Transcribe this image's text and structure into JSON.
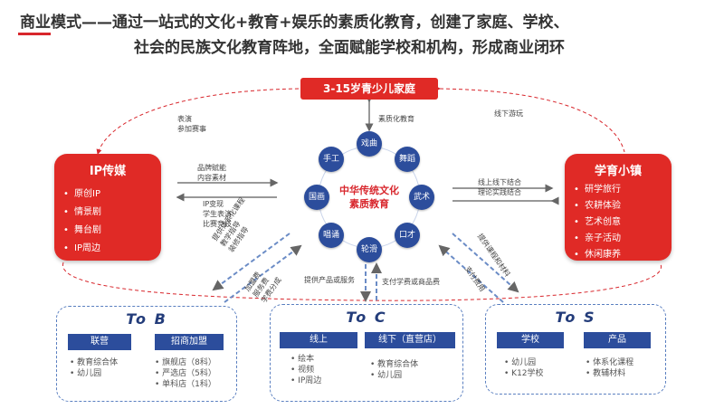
{
  "header": {
    "line1": "商业模式——通过一站式的文化+教育+娱乐的素质化教育，创建了家庭、学校、",
    "line2": "社会的民族文化教育阵地，全面赋能学校和机构，形成商业闭环"
  },
  "top_box": "3-15岁青少儿家庭",
  "labels": {
    "left_top": [
      "表演",
      "参加赛事"
    ],
    "center_top": "素质化教育",
    "right_top": "线下游玩",
    "ip_arrow1": [
      "品牌赋能",
      "内容素材"
    ],
    "ip_arrow2": [
      "IP变现",
      "学生表演",
      "比赛竞技"
    ],
    "xy_arrow": [
      "线上线下结合",
      "理论实践结合"
    ],
    "left_diag1": [
      "提供体系化课程",
      "教学指导",
      "装修指导"
    ],
    "left_diag2": [
      "加盟费",
      "服务费",
      "学费分成"
    ],
    "center_left": "提供产品或服务",
    "center_right": "支付学费或商品费",
    "right_diag1": "提供课程和材料",
    "right_diag2": "支付费用"
  },
  "ip_card": {
    "title": "IP传媒",
    "items": [
      "原创IP",
      "情景剧",
      "舞台剧",
      "IP周边"
    ]
  },
  "xy_card": {
    "title": "学育小镇",
    "items": [
      "研学旅行",
      "农耕体验",
      "艺术创意",
      "亲子活动",
      "休闲康养"
    ]
  },
  "center": {
    "line1": "中华传统文化",
    "line2": "素质教育",
    "nodes": [
      "戏曲",
      "舞蹈",
      "武术",
      "口才",
      "轮滑",
      "唱诵",
      "国画",
      "手工"
    ]
  },
  "tob": {
    "title": "To B",
    "btn1": "联营",
    "btn2": "招商加盟",
    "list1": [
      "教育综合体",
      "幼儿园"
    ],
    "list2": [
      "旗舰店（8科）",
      "严选店（5科）",
      "单科店（1科）"
    ]
  },
  "toc": {
    "title": "To C",
    "btn1": "线上",
    "btn2": "线下（直营店）",
    "list1": [
      "绘本",
      "视频",
      "IP周边"
    ],
    "list2": [
      "教育综合体",
      "幼儿园"
    ]
  },
  "tos": {
    "title": "To S",
    "btn1": "学校",
    "btn2": "产品",
    "list1": [
      "幼儿园",
      "K12学校"
    ],
    "list2": [
      "体系化课程",
      "教辅材料"
    ]
  },
  "colors": {
    "red": "#e02a26",
    "blue": "#2c4d9c",
    "dashed": "#5a7fc0"
  }
}
